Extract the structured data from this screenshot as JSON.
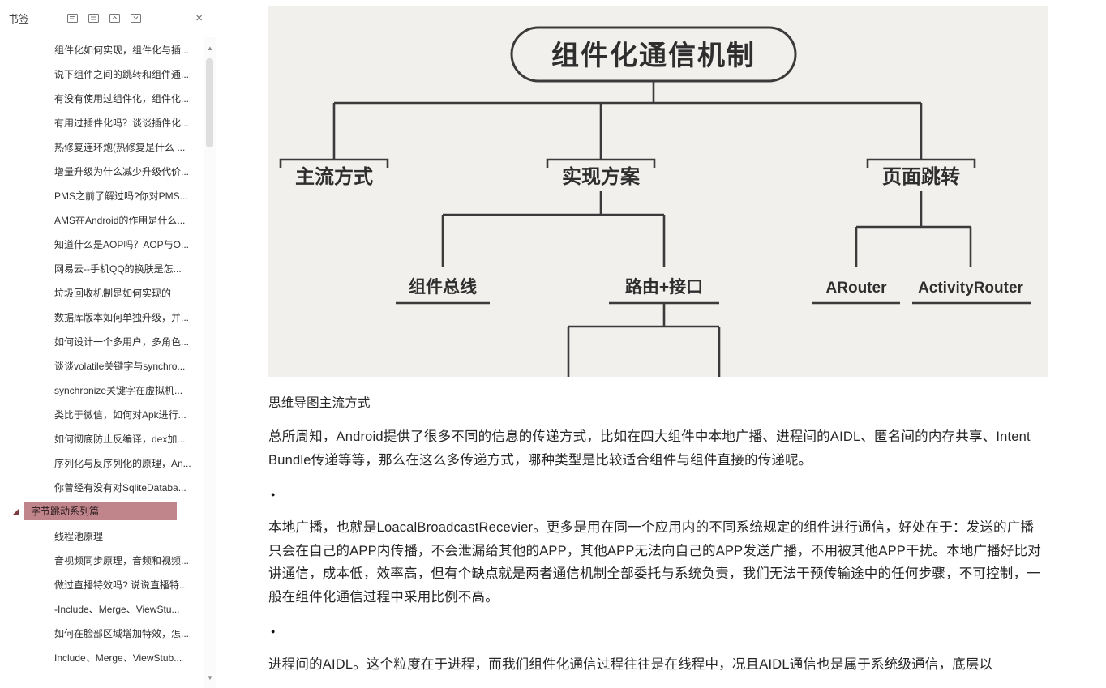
{
  "panel": {
    "title": "书签",
    "close": "×"
  },
  "icons": {
    "up_arrow": "▲",
    "down_arrow": "▼"
  },
  "colors": {
    "bookmark_selected_bg": "#c0858b",
    "bookmark_triangle": "#7d3a3f",
    "diagram_bg": "#f2f0ed",
    "diagram_stroke": "#3b3b3b"
  },
  "bookmarks": {
    "items": [
      {
        "label": "组件化如何实现，组件化与插..."
      },
      {
        "label": "说下组件之间的跳转和组件通..."
      },
      {
        "label": "有没有使用过组件化，组件化..."
      },
      {
        "label": "有用过插件化吗？谈谈插件化..."
      },
      {
        "label": "热修复连环炮(热修复是什么 ..."
      },
      {
        "label": "增量升级为什么减少升级代价..."
      },
      {
        "label": "PMS之前了解过吗?你对PMS..."
      },
      {
        "label": "AMS在Android的作用是什么..."
      },
      {
        "label": "知道什么是AOP吗？AOP与O..."
      },
      {
        "label": "网易云--手机QQ的换肤是怎..."
      },
      {
        "label": "垃圾回收机制是如何实现的"
      },
      {
        "label": "数据库版本如何单独升级，并..."
      },
      {
        "label": "如何设计一个多用户，多角色..."
      },
      {
        "label": "谈谈volatile关键字与synchro..."
      },
      {
        "label": "synchronize关键字在虚拟机..."
      },
      {
        "label": "类比于微信，如何对Apk进行..."
      },
      {
        "label": "如何彻底防止反编译，dex加..."
      },
      {
        "label": "序列化与反序列化的原理，An..."
      },
      {
        "label": "你曾经有没有对SqliteDataba..."
      },
      {
        "label": "字节跳动系列篇",
        "selected": true,
        "expanded": true
      },
      {
        "label": "线程池原理"
      },
      {
        "label": "音视频同步原理，音频和视频..."
      },
      {
        "label": "做过直播特效吗? 说说直播特..."
      },
      {
        "label": "-Include、Merge、ViewStu..."
      },
      {
        "label": "如何在脸部区域增加特效，怎..."
      },
      {
        "label": "Include、Merge、ViewStub..."
      }
    ]
  },
  "diagram": {
    "root": "组件化通信机制",
    "branches": [
      "主流方式",
      "实现方案",
      "页面跳转"
    ],
    "subnodes": [
      "组件总线",
      "路由+接口",
      "ARouter",
      "ActivityRouter"
    ]
  },
  "content": {
    "caption": "思维导图主流方式",
    "bullet": "●",
    "para1": "总所周知，Android提供了很多不同的信息的传递方式，比如在四大组件中本地广播、进程间的AIDL、匿名间的内存共享、Intent Bundle传递等等，那么在这么多传递方式，哪种类型是比较适合组件与组件直接的传递呢。",
    "para2": "本地广播，也就是LoacalBroadcastRecevier。更多是用在同一个应用内的不同系统规定的组件进行通信，好处在于：发送的广播只会在自己的APP内传播，不会泄漏给其他的APP，其他APP无法向自己的APP发送广播，不用被其他APP干扰。本地广播好比对讲通信，成本低，效率高，但有个缺点就是两者通信机制全部委托与系统负责，我们无法干预传输途中的任何步骤，不可控制，一般在组件化通信过程中采用比例不高。",
    "para3": "进程间的AIDL。这个粒度在于进程，而我们组件化通信过程往往是在线程中，况且AIDL通信也是属于系统级通信，底层以"
  }
}
